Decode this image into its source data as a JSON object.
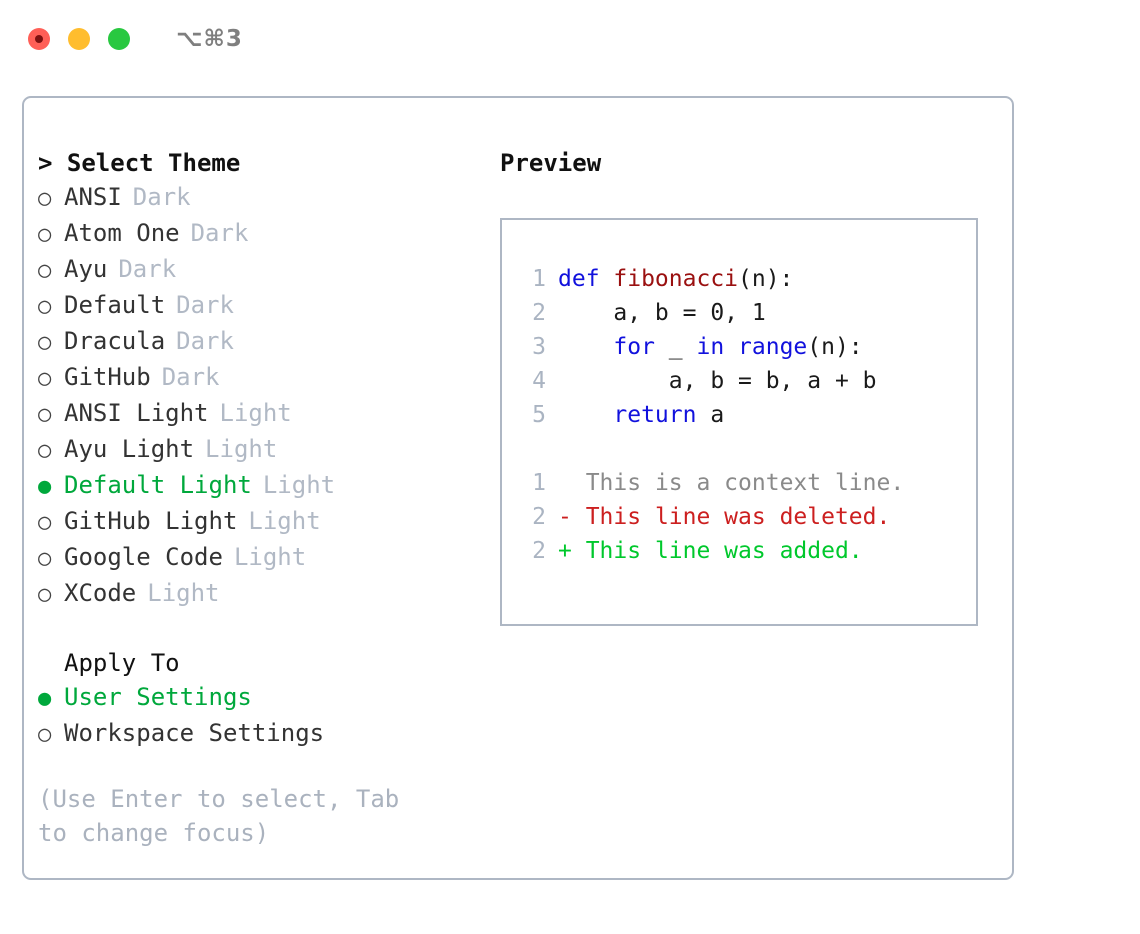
{
  "titlebar": {
    "shortcut": "⌥⌘3",
    "buttons": [
      {
        "name": "close",
        "color": "#ff5f57"
      },
      {
        "name": "minimize",
        "color": "#ffbd2e"
      },
      {
        "name": "maximize",
        "color": "#28c840"
      }
    ]
  },
  "theme_picker": {
    "header": "> Select Theme",
    "items": [
      {
        "marker": "○",
        "label": "ANSI",
        "badge": "Dark",
        "selected": false
      },
      {
        "marker": "○",
        "label": "Atom One",
        "badge": "Dark",
        "selected": false
      },
      {
        "marker": "○",
        "label": "Ayu",
        "badge": "Dark",
        "selected": false
      },
      {
        "marker": "○",
        "label": "Default",
        "badge": "Dark",
        "selected": false
      },
      {
        "marker": "○",
        "label": "Dracula",
        "badge": "Dark",
        "selected": false
      },
      {
        "marker": "○",
        "label": "GitHub",
        "badge": "Dark",
        "selected": false
      },
      {
        "marker": "○",
        "label": "ANSI Light",
        "badge": "Light",
        "selected": false
      },
      {
        "marker": "○",
        "label": "Ayu Light",
        "badge": "Light",
        "selected": false
      },
      {
        "marker": "●",
        "label": "Default Light",
        "badge": "Light",
        "selected": true
      },
      {
        "marker": "○",
        "label": "GitHub Light",
        "badge": "Light",
        "selected": false
      },
      {
        "marker": "○",
        "label": "Google Code",
        "badge": "Light",
        "selected": false
      },
      {
        "marker": "○",
        "label": "XCode",
        "badge": "Light",
        "selected": false
      }
    ]
  },
  "apply_to": {
    "header": "Apply To",
    "items": [
      {
        "marker": "●",
        "label": "User Settings",
        "selected": true
      },
      {
        "marker": "○",
        "label": "Workspace Settings",
        "selected": false
      }
    ]
  },
  "help": {
    "text": "(Use Enter to select, Tab to change focus)"
  },
  "preview": {
    "title": "Preview",
    "code_lines": [
      {
        "number": "1",
        "tokens": [
          {
            "text": "def ",
            "type": "kw"
          },
          {
            "text": "fibonacci",
            "type": "fn"
          },
          {
            "text": "(n):",
            "type": "txt"
          }
        ]
      },
      {
        "number": "2",
        "tokens": [
          {
            "text": "    a, b = 0, 1",
            "type": "txt"
          }
        ]
      },
      {
        "number": "3",
        "tokens": [
          {
            "text": "    ",
            "type": "txt"
          },
          {
            "text": "for",
            "type": "kw"
          },
          {
            "text": " _ ",
            "type": "txt"
          },
          {
            "text": "in range",
            "type": "kw"
          },
          {
            "text": "(n):",
            "type": "txt"
          }
        ]
      },
      {
        "number": "4",
        "tokens": [
          {
            "text": "        a, b = b, a + b",
            "type": "txt"
          }
        ]
      },
      {
        "number": "5",
        "tokens": [
          {
            "text": "    ",
            "type": "txt"
          },
          {
            "text": "return",
            "type": "kw"
          },
          {
            "text": " a",
            "type": "txt"
          }
        ]
      }
    ],
    "diff_lines": [
      {
        "number": "1",
        "sign": " ",
        "text": " This is a context line.",
        "kind": "ctx"
      },
      {
        "number": "2",
        "sign": "-",
        "text": " This line was deleted.",
        "kind": "del"
      },
      {
        "number": "2",
        "sign": "+",
        "text": " This line was added.",
        "kind": "add"
      }
    ]
  },
  "colors": {
    "accent_green": "#00a83c",
    "badge_gray": "#b1b9c5",
    "border": "#aeb7c4",
    "keyword_blue": "#1111dd",
    "function_red": "#9a1010",
    "diff_added": "#00c82c",
    "diff_deleted": "#cc1f1f",
    "line_number": "#aab4c2"
  }
}
